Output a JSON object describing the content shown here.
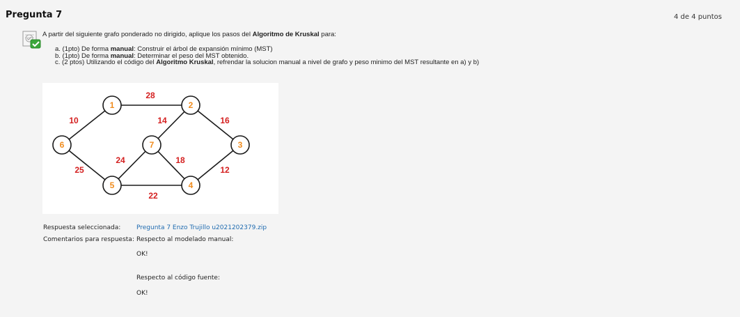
{
  "header": {
    "title": "Pregunta 7",
    "points": "4 de 4 puntos"
  },
  "question": {
    "intro_prefix": "A partir del siguiente grafo ponderado no dirigido, aplique los pasos del ",
    "intro_bold": "Algoritmo de Kruskal",
    "intro_suffix": " para:",
    "items": [
      {
        "prefix": "a. (1pto) De forma ",
        "bold": "manual",
        "suffix": ": Construir el árbol de expansión mínimo (MST)"
      },
      {
        "prefix": "b. (1pto) De forma ",
        "bold": "manual",
        "suffix": ": Determinar el peso del MST obtenido."
      },
      {
        "prefix": "c. (2 ptos) Utilizando el código del ",
        "bold": "Algoritmo Kruskal",
        "suffix": ", refrendar la solucion manual a nivel de grafo y peso minimo del MST resultante en a) y b)"
      }
    ]
  },
  "graph": {
    "node_color": "#f08c1e",
    "edge_label_color": "#d42020",
    "nodes": [
      "1",
      "2",
      "3",
      "4",
      "5",
      "6",
      "7"
    ],
    "edges": [
      {
        "from": "1",
        "to": "2",
        "weight": "28"
      },
      {
        "from": "1",
        "to": "6",
        "weight": "10"
      },
      {
        "from": "2",
        "to": "7",
        "weight": "14"
      },
      {
        "from": "2",
        "to": "3",
        "weight": "16"
      },
      {
        "from": "6",
        "to": "5",
        "weight": "25"
      },
      {
        "from": "7",
        "to": "5",
        "weight": "24"
      },
      {
        "from": "7",
        "to": "4",
        "weight": "18"
      },
      {
        "from": "3",
        "to": "4",
        "weight": "12"
      },
      {
        "from": "5",
        "to": "4",
        "weight": "22"
      }
    ]
  },
  "answer": {
    "selected_label": "Respuesta seleccionada:",
    "selected_value": "Pregunta 7 Enzo Trujillo u2021202379.zip",
    "comments_label": "Comentarios para respuesta:",
    "comments": [
      "Respecto al modelado manual:",
      "OK!",
      "Respecto al código fuente:",
      "OK!"
    ]
  },
  "icons": {
    "status": "correct-answer-check-icon"
  }
}
